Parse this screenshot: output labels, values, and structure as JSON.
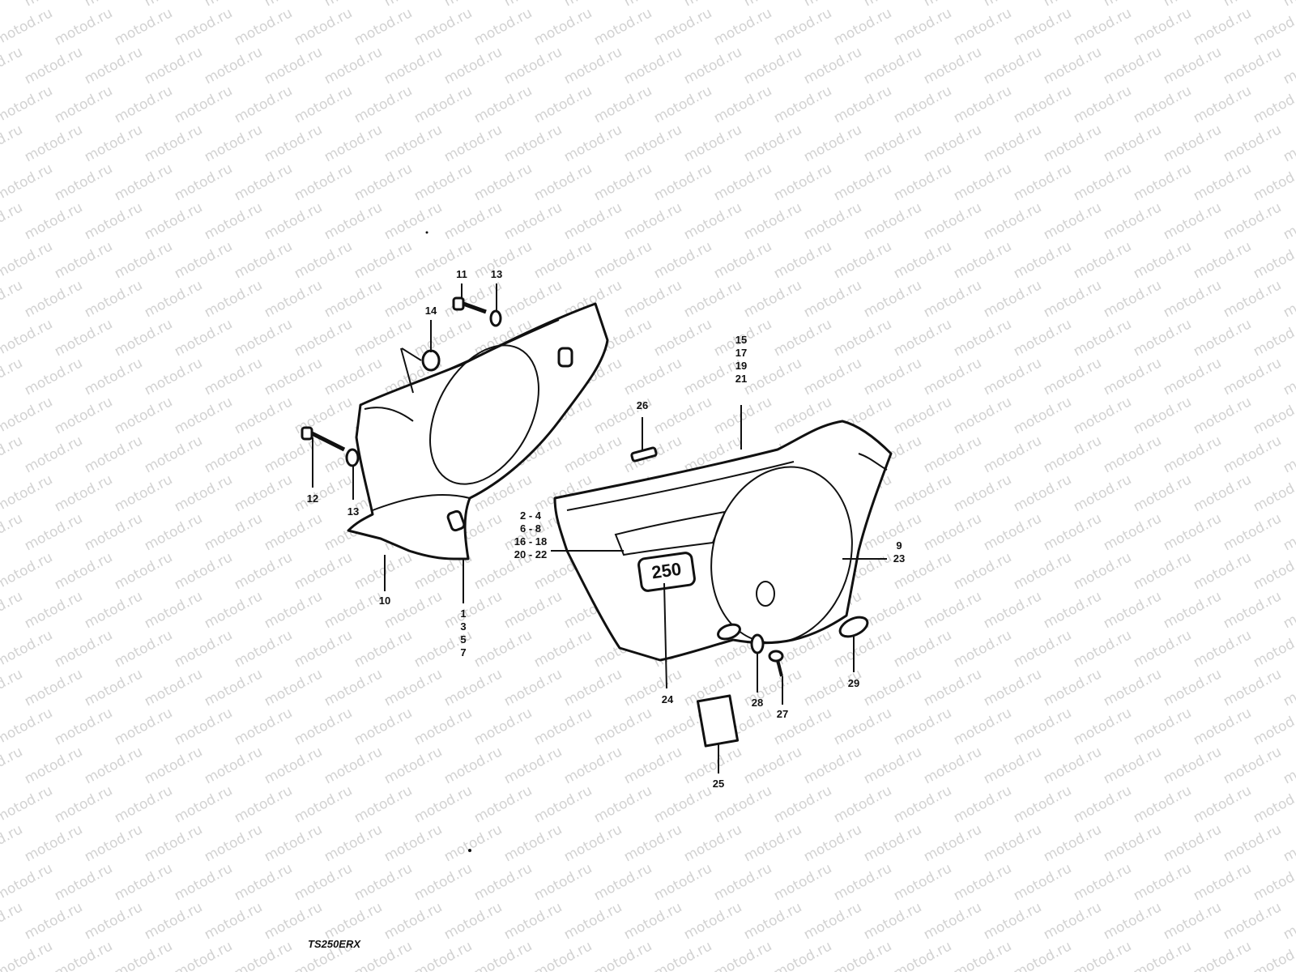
{
  "watermark": "motod.ru",
  "model_code": "TS250ERX",
  "emblem_text": "250",
  "callouts": [
    "11",
    "13",
    "14",
    "12",
    "13",
    "10",
    "1\n3\n5\n7",
    "15\n17\n19\n21",
    "26",
    "2 - 4\n6 - 8\n16 - 18\n20 - 22",
    "24",
    "9\n23",
    "28",
    "27",
    "29",
    "25"
  ],
  "parts": {
    "left_frame_cover": "frame-cover-left",
    "right_frame_cover": "frame-cover-right"
  }
}
